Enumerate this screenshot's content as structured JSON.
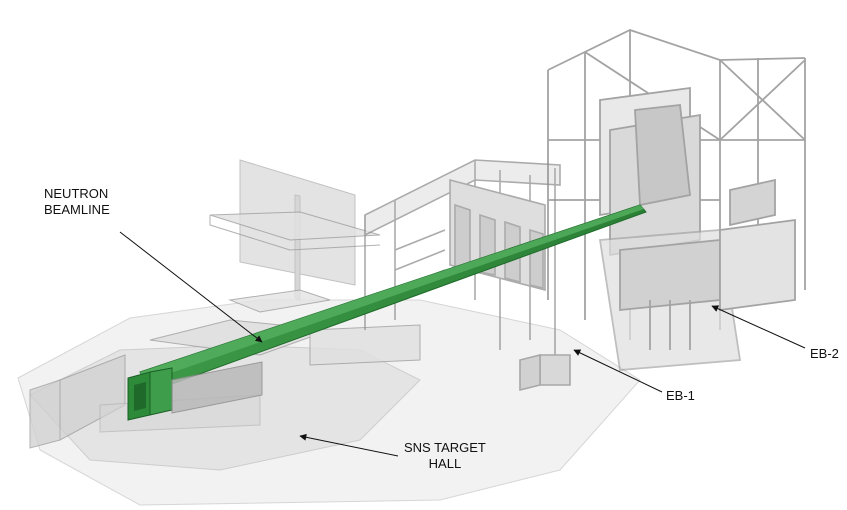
{
  "labels": {
    "neutron_beamline": [
      "NEUTRON",
      "BEAMLINE"
    ],
    "sns_target_hall": [
      "SNS TARGET",
      "HALL"
    ],
    "eb1": "EB-1",
    "eb2": "EB-2"
  },
  "colors": {
    "beamline": "#2f8a3a",
    "beamline_dark": "#1e6a2a",
    "structure_line": "#8c8c8c",
    "structure_fill": "#d4d4d4",
    "leader_line": "#111111"
  }
}
